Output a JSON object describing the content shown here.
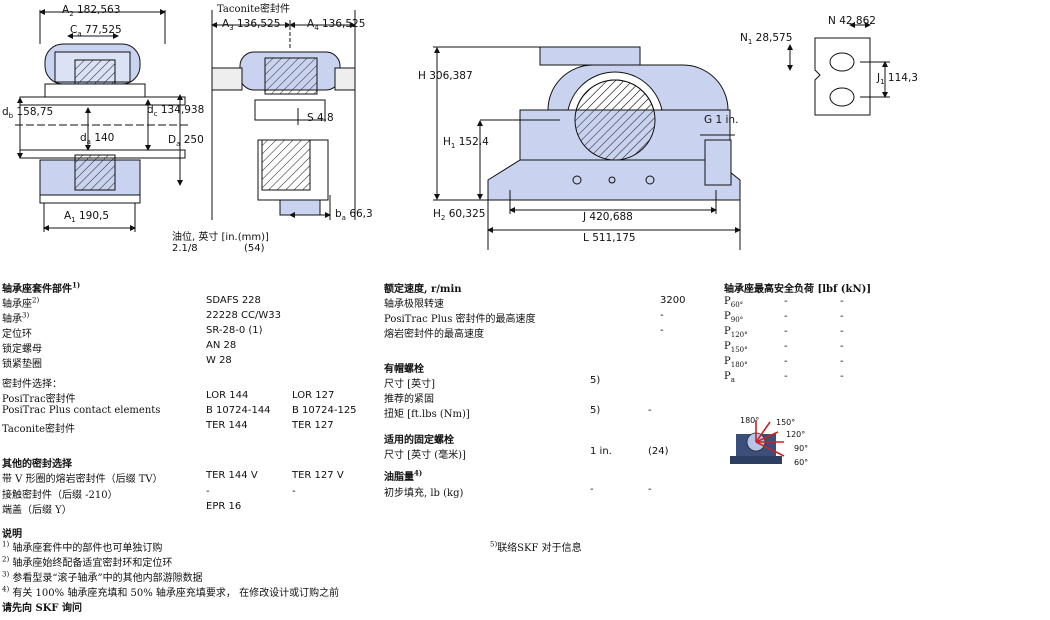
{
  "drawings": {
    "left": {
      "A2": "182,563",
      "Ca": "77,525",
      "db": "158,75",
      "dc": "134,938",
      "da": "140",
      "Da": "250",
      "A1": "190,5"
    },
    "middle": {
      "label": "Taconite密封件",
      "A3": "136,525",
      "A4": "136,525",
      "S": "S 4,8",
      "ba": "66,3"
    },
    "oil": {
      "label": "油位, 英寸 [in.(mm)]",
      "v1": "2.1/8",
      "v2": "(54)"
    },
    "front": {
      "H": "H 306,387",
      "H1": "152,4",
      "H2": "60,325",
      "G": "G 1 in.",
      "J": "J 420,688",
      "L": "L 511,175"
    },
    "side": {
      "N": "N 42,862",
      "N1": "28,575",
      "J1": "114,3"
    }
  },
  "col1": {
    "heading": "轴承座套件部件",
    "heading_sup": "1)",
    "parts": [
      {
        "label": "轴承座",
        "sup": "2)",
        "value": "SDAFS 228"
      },
      {
        "label": "轴承",
        "sup": "3)",
        "value": "22228 CC/W33"
      },
      {
        "label": "定位环",
        "sup": "",
        "value": "SR-28-0 (1)"
      },
      {
        "label": "锁定螺母",
        "sup": "",
        "value": "AN 28"
      },
      {
        "label": "锁紧垫圈",
        "sup": "",
        "value": "W 28"
      }
    ],
    "seal_heading": "密封件选择：",
    "seals": [
      {
        "label": "PosiTrac密封件",
        "v1": "LOR 144",
        "v2": "LOR 127"
      },
      {
        "label": "PosiTrac Plus contact elements",
        "v1": "B 10724-144",
        "v2": "B 10724-125"
      },
      {
        "label": "Taconite密封件",
        "v1": "TER 144",
        "v2": "TER 127"
      }
    ],
    "other_heading": "其他的密封选择",
    "others": [
      {
        "label": "带 V 形圈的熔岩密封件（后缀 TV）",
        "v1": "TER 144 V",
        "v2": "TER 127 V"
      },
      {
        "label": "接触密封件（后缀 -210）",
        "v1": "-",
        "v2": "-"
      },
      {
        "label": "端盖（后缀 Y）",
        "v1": "EPR 16",
        "v2": ""
      }
    ]
  },
  "col2": {
    "speed_heading": "额定速度, r/min",
    "speeds": [
      {
        "label": "轴承极限转速",
        "value": "3200"
      },
      {
        "label": "PosiTrac Plus 密封件的最高速度",
        "value": "-"
      },
      {
        "label": "熔岩密封件的最高速度",
        "value": "-"
      }
    ],
    "cap_heading": "有帽螺栓",
    "cap": [
      {
        "label": "尺寸 [英寸]",
        "v1": "5)",
        "v2": ""
      },
      {
        "label": "推荐的紧固",
        "v1": "",
        "v2": ""
      },
      {
        "label": "扭矩 [ft.lbs (Nm)]",
        "v1": "5)",
        "v2": "-"
      }
    ],
    "fix_heading": "适用的固定螺栓",
    "fix": [
      {
        "label": "尺寸 [英寸 (毫米)]",
        "v1": "1 in.",
        "v2": "(24)"
      }
    ],
    "grease_heading": "油脂量",
    "grease_sup": "4)",
    "grease": [
      {
        "label": "初步填充, lb (kg)",
        "v1": "-",
        "v2": "-"
      }
    ]
  },
  "col3": {
    "heading": "轴承座最高安全负荷 [lbf (kN)]",
    "loads": [
      {
        "p": "P",
        "sub": "60°",
        "v1": "-",
        "v2": "-"
      },
      {
        "p": "P",
        "sub": "90°",
        "v1": "-",
        "v2": "-"
      },
      {
        "p": "P",
        "sub": "120°",
        "v1": "-",
        "v2": "-"
      },
      {
        "p": "P",
        "sub": "150°",
        "v1": "-",
        "v2": "-"
      },
      {
        "p": "P",
        "sub": "180°",
        "v1": "-",
        "v2": "-"
      },
      {
        "p": "P",
        "sub": "a",
        "v1": "-",
        "v2": "-"
      }
    ],
    "angles": [
      "180°",
      "150°",
      "120°",
      "90°",
      "60°"
    ]
  },
  "notes": {
    "heading": "说明",
    "items": [
      {
        "sup": "1)",
        "text": "轴承座套件中的部件也可单独订购"
      },
      {
        "sup": "2)",
        "text": "轴承座始终配备适宜密封环和定位环"
      },
      {
        "sup": "3)",
        "text": "参看型录“滚子轴承”中的其他内部游隙数据"
      },
      {
        "sup": "4)",
        "text": "有关 100% 轴承座充填和 50% 轴承座充填要求， 在修改设计或订购之前"
      }
    ],
    "footer": "请先向 SKF 询问",
    "note5_sup": "5)",
    "note5": "联络SKF 对于信息"
  },
  "colors": {
    "lightblue": "#c9d3ef",
    "steel": "#3b4f7a",
    "red": "#cc2222"
  }
}
